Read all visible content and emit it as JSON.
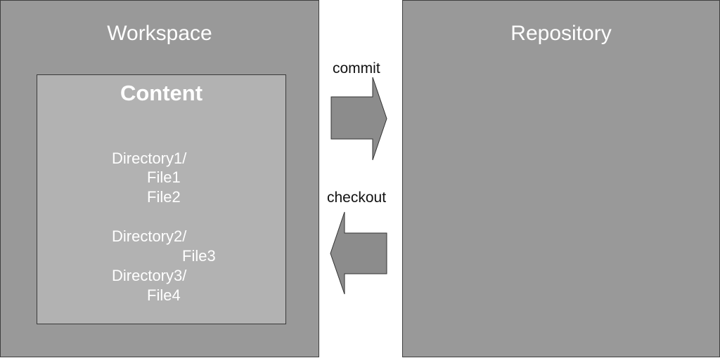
{
  "workspace": {
    "title": "Workspace",
    "content": {
      "title": "Content",
      "tree": [
        "Directory1/",
        "File1",
        "File2",
        "Directory2/",
        "File3",
        "Directory3/",
        "File4"
      ]
    }
  },
  "repository": {
    "title": "Repository"
  },
  "arrows": {
    "commit_label": "commit",
    "checkout_label": "checkout"
  },
  "colors": {
    "panel": "#999999",
    "content_box": "#b2b2b2",
    "arrow_fill": "#8c8c8c",
    "border": "#3f3f3f",
    "text_on_panel": "#ffffff",
    "label_text": "#111111"
  }
}
